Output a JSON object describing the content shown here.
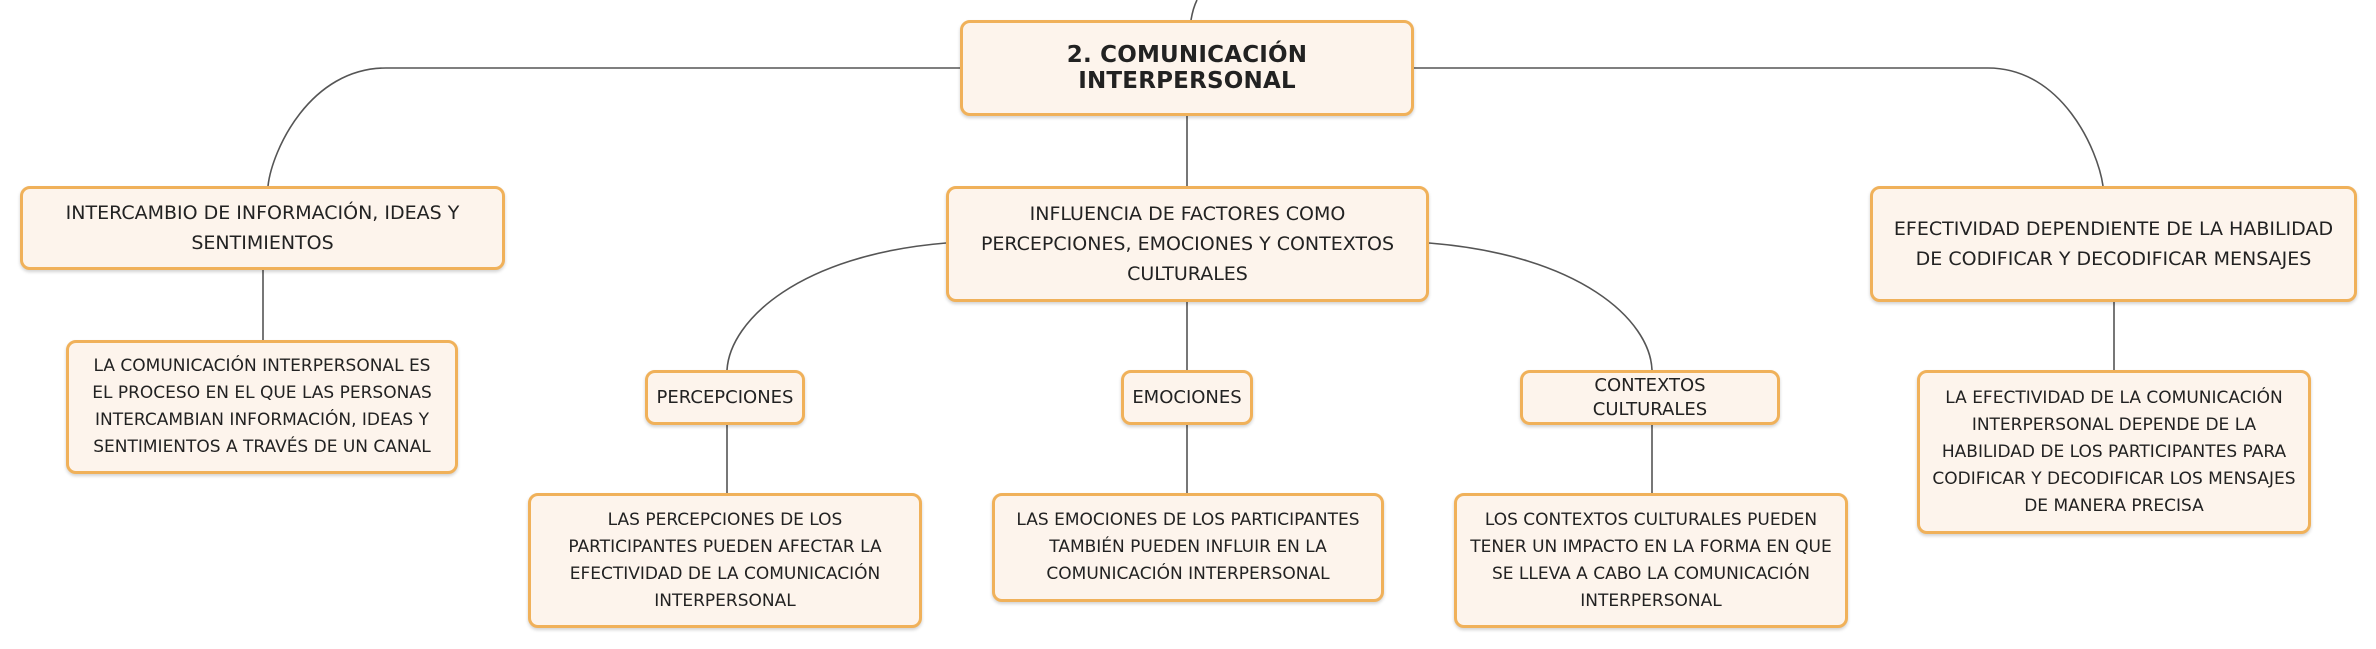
{
  "root": {
    "label": "2. COMUNICACIÓN INTERPERSONAL"
  },
  "branches": [
    {
      "label": "INTERCAMBIO DE INFORMACIÓN, IDEAS Y SENTIMIENTOS",
      "detail": "LA COMUNICACIÓN INTERPERSONAL ES EL PROCESO EN EL QUE LAS PERSONAS INTERCAMBIAN INFORMACIÓN, IDEAS Y SENTIMIENTOS A TRAVÉS DE UN CANAL"
    },
    {
      "label": "INFLUENCIA DE FACTORES COMO PERCEPCIONES, EMOCIONES Y CONTEXTOS CULTURALES",
      "children": [
        {
          "label": "PERCEPCIONES",
          "detail": "LAS PERCEPCIONES DE LOS PARTICIPANTES PUEDEN AFECTAR LA EFECTIVIDAD DE LA COMUNICACIÓN INTERPERSONAL"
        },
        {
          "label": "EMOCIONES",
          "detail": "LAS EMOCIONES DE LOS PARTICIPANTES TAMBIÉN PUEDEN INFLUIR EN LA COMUNICACIÓN INTERPERSONAL"
        },
        {
          "label": "CONTEXTOS CULTURALES",
          "detail": "LOS CONTEXTOS CULTURALES PUEDEN TENER UN IMPACTO EN LA FORMA EN QUE SE LLEVA A CABO LA COMUNICACIÓN INTERPERSONAL"
        }
      ]
    },
    {
      "label": "EFECTIVIDAD DEPENDIENTE DE LA HABILIDAD DE CODIFICAR Y DECODIFICAR MENSAJES",
      "detail": "LA EFECTIVIDAD DE LA COMUNICACIÓN INTERPERSONAL DEPENDE DE LA HABILIDAD DE LOS PARTICIPANTES PARA CODIFICAR Y DECODIFICAR LOS MENSAJES DE MANERA PRECISA"
    }
  ],
  "colors": {
    "node_fill": "#fdf4ec",
    "node_border": "#f0b15a",
    "connector": "#555555"
  }
}
